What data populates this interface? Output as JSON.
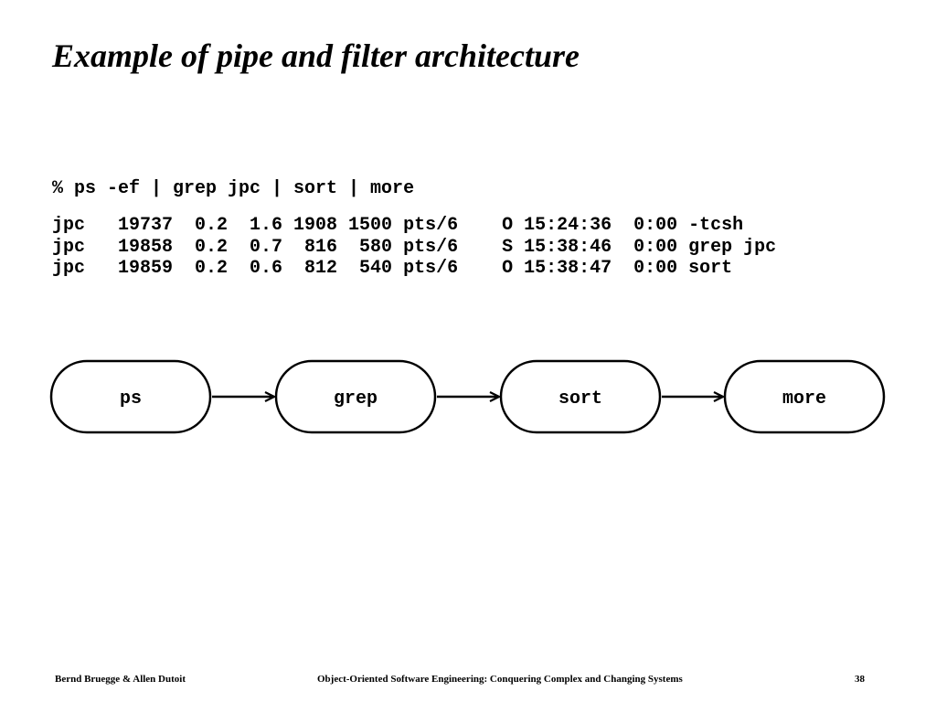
{
  "title": "Example of pipe and filter architecture",
  "command": "% ps -ef | grep jpc | sort | more",
  "process_lines": [
    "jpc   19737  0.2  1.6 1908 1500 pts/6    O 15:24:36  0:00 -tcsh",
    "jpc   19858  0.2  0.7  816  580 pts/6    S 15:38:46  0:00 grep jpc",
    "jpc   19859  0.2  0.6  812  540 pts/6    O 15:38:47  0:00 sort"
  ],
  "diagram": {
    "nodes": [
      "ps",
      "grep",
      "sort",
      "more"
    ]
  },
  "footer": {
    "authors": "Bernd Bruegge & Allen Dutoit",
    "book": "Object-Oriented Software Engineering: Conquering Complex and Changing Systems",
    "page": "38"
  }
}
